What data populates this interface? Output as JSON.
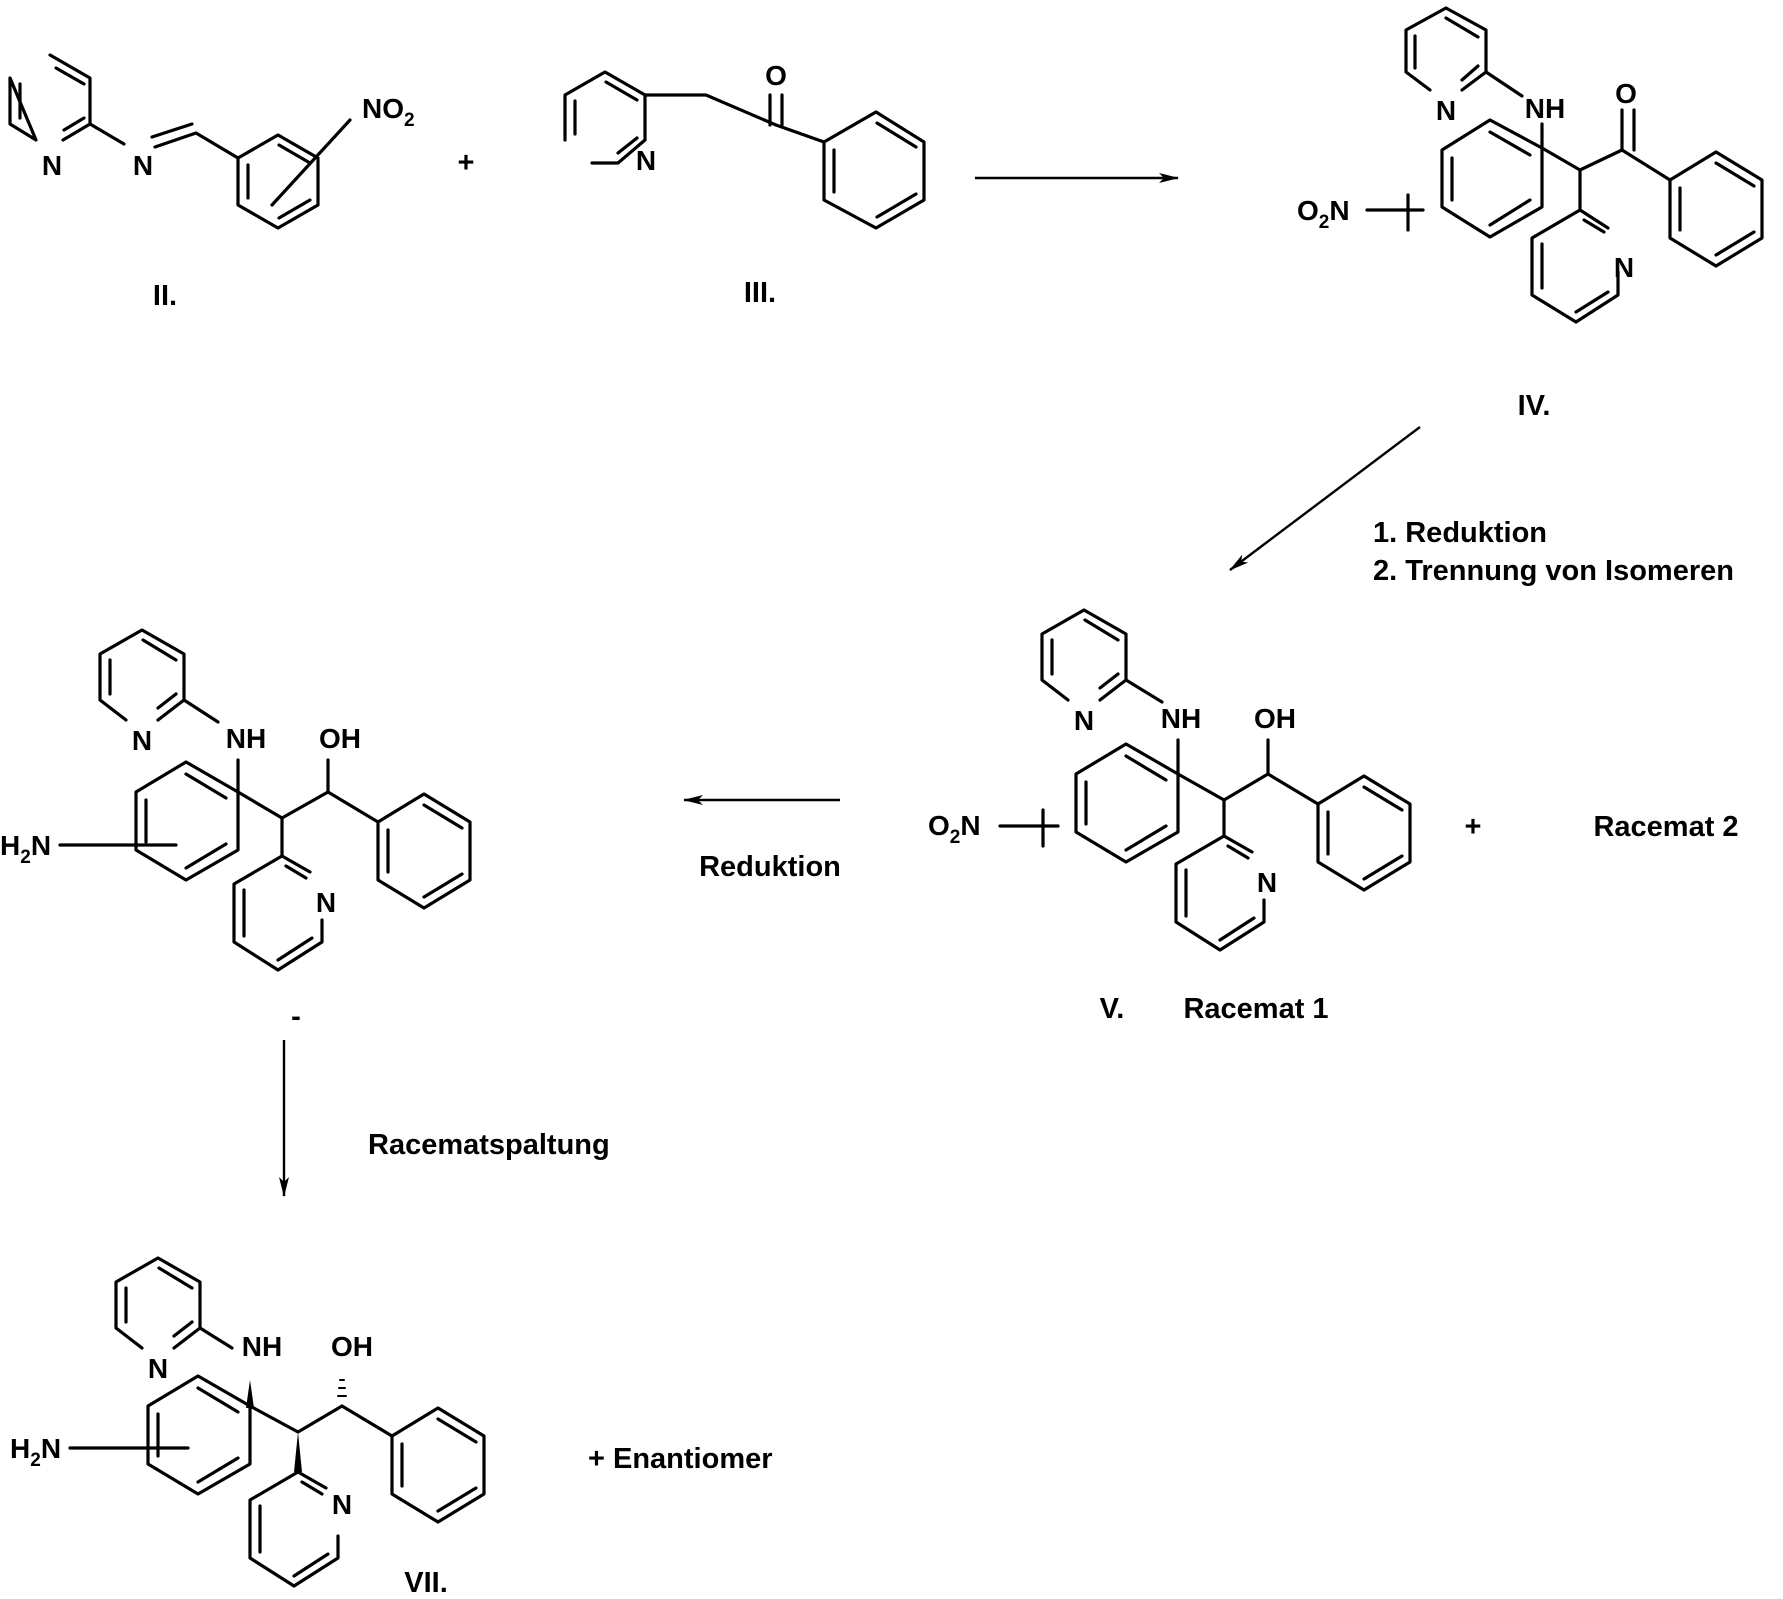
{
  "compounds": {
    "II": {
      "label": "II.",
      "atoms": {
        "n_ring": "N",
        "n_imine": "N",
        "nitro": "NO",
        "nitro_sub": "2"
      }
    },
    "III": {
      "label": "III.",
      "atoms": {
        "n_ring": "N",
        "o_keto": "O"
      }
    },
    "IV": {
      "label": "IV.",
      "atoms": {
        "n_top": "N",
        "nh": "NH",
        "o_keto": "O",
        "nitro": "O",
        "nitro_sub": "2",
        "nitro_n": "N",
        "n_pyr": "N"
      }
    },
    "V": {
      "label": "V.",
      "name": "Racemat 1",
      "atoms": {
        "n_top": "N",
        "nh": "NH",
        "oh": "OH",
        "nitro": "O",
        "nitro_sub": "2",
        "nitro_n": "N",
        "n_pyr": "N"
      }
    },
    "VI": {
      "atoms": {
        "n_top": "N",
        "nh": "NH",
        "oh": "OH",
        "amine": "H",
        "amine_sub": "2",
        "amine_n": "N",
        "n_pyr": "N"
      },
      "dash_mark": "-"
    },
    "VII": {
      "label": "VII.",
      "atoms": {
        "n_top": "N",
        "nh": "NH",
        "oh": "OH",
        "amine": "H",
        "amine_sub": "2",
        "amine_n": "N",
        "n_pyr": "N"
      }
    }
  },
  "reagents": {
    "plus_1": "+",
    "step2_line1": "1. Reduktion",
    "step2_line2": "2. Trennung von Isomeren",
    "plus_2": "+",
    "racemat2": "Racemat 2",
    "step3": "Reduktion",
    "step4": "Racematspaltung",
    "enantiomer": "+ Enantiomer"
  }
}
